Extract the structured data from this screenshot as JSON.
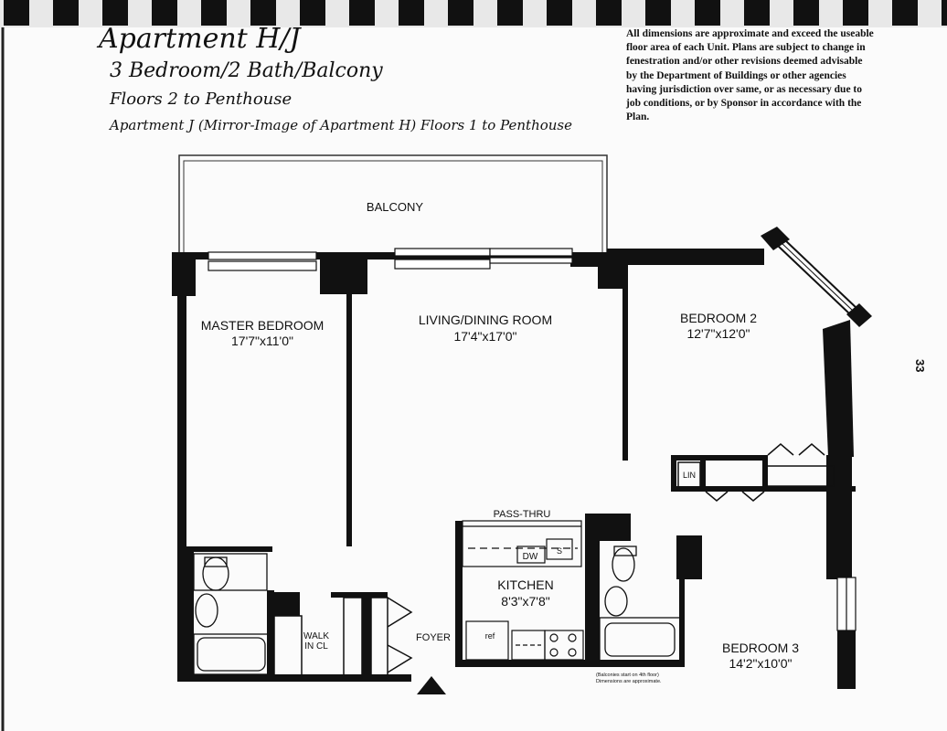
{
  "header": {
    "title_partial": "Apartment H/J",
    "subtitle": "3 Bedroom/2 Bath/Balcony",
    "floors": "Floors 2 to Penthouse",
    "mirror_note": "Apartment J (Mirror-Image of Apartment H) Floors 1 to Penthouse"
  },
  "disclaimer": [
    "All dimensions are approximate and exceed the useable",
    "floor area of each Unit. Plans are subject to change in",
    "fenestration and/or other revisions deemed advisable",
    "by the Department of Buildings or other agencies",
    "having jurisdiction over same, or as necessary due to",
    "job conditions, or by Sponsor in accordance with the",
    "Plan."
  ],
  "page_number": "33",
  "rooms": {
    "balcony": "BALCONY",
    "master_bedroom": {
      "name": "MASTER BEDROOM",
      "size": "17'7\"x11'0\""
    },
    "living_dining": {
      "name": "LIVING/DINING ROOM",
      "size": "17'4\"x17'0\""
    },
    "bedroom2": {
      "name": "BEDROOM 2",
      "size": "12'7\"x12'0\""
    },
    "bedroom3": {
      "name": "BEDROOM 3",
      "size": "14'2\"x10'0\""
    },
    "kitchen": {
      "name": "KITCHEN",
      "size": "8'3\"x7'8\""
    },
    "pass_thru": "PASS-THRU",
    "dw": "DW",
    "sink": "S",
    "lin": "LIN",
    "walk_in_cl": [
      "WALK",
      "IN CL"
    ],
    "foyer": "FOYER",
    "refrigerator": "ref"
  },
  "footnote": [
    "(Balconies start on 4th floor)",
    "Dimensions are approximate."
  ]
}
